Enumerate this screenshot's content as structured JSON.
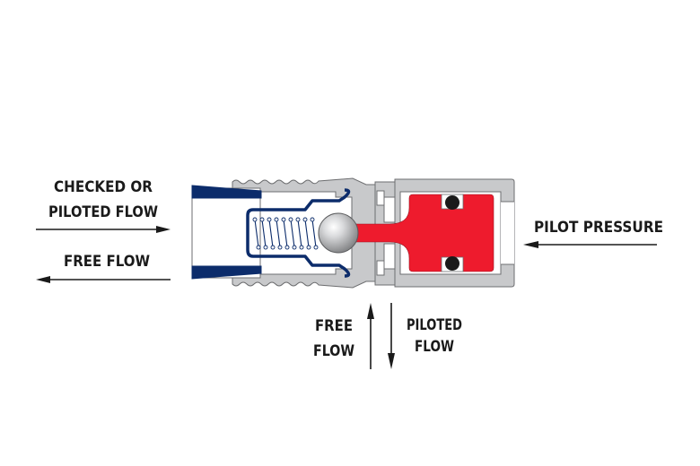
{
  "diagram": {
    "title": "Pilot-operated check valve cross-section",
    "labels": {
      "checked_or_piloted_flow_line1": "CHECKED OR",
      "checked_or_piloted_flow_line2": "PILOTED FLOW",
      "free_flow_left": "FREE FLOW",
      "pilot_pressure": "PILOT PRESSURE",
      "free_flow_bottom_line1": "FREE",
      "free_flow_bottom_line2": "FLOW",
      "piloted_flow_bottom_line1": "PILOTED",
      "piloted_flow_bottom_line2": "FLOW"
    },
    "arrows": [
      {
        "id": "checked-or-piloted-flow-arrow",
        "direction": "right"
      },
      {
        "id": "free-flow-left-arrow",
        "direction": "left"
      },
      {
        "id": "pilot-pressure-arrow",
        "direction": "left"
      },
      {
        "id": "free-flow-up-arrow",
        "direction": "up"
      },
      {
        "id": "piloted-flow-down-arrow",
        "direction": "down"
      }
    ],
    "components": [
      {
        "id": "valve-body",
        "color": "#c8c9cb"
      },
      {
        "id": "inlet-sleeve",
        "color": "#0c2c6b"
      },
      {
        "id": "spring-cage",
        "color": "#0c2c6b"
      },
      {
        "id": "check-ball",
        "color": "#b5b6b8"
      },
      {
        "id": "pilot-piston",
        "color": "#ee1b2d"
      },
      {
        "id": "o-rings",
        "color": "#1a1a1a"
      }
    ]
  }
}
